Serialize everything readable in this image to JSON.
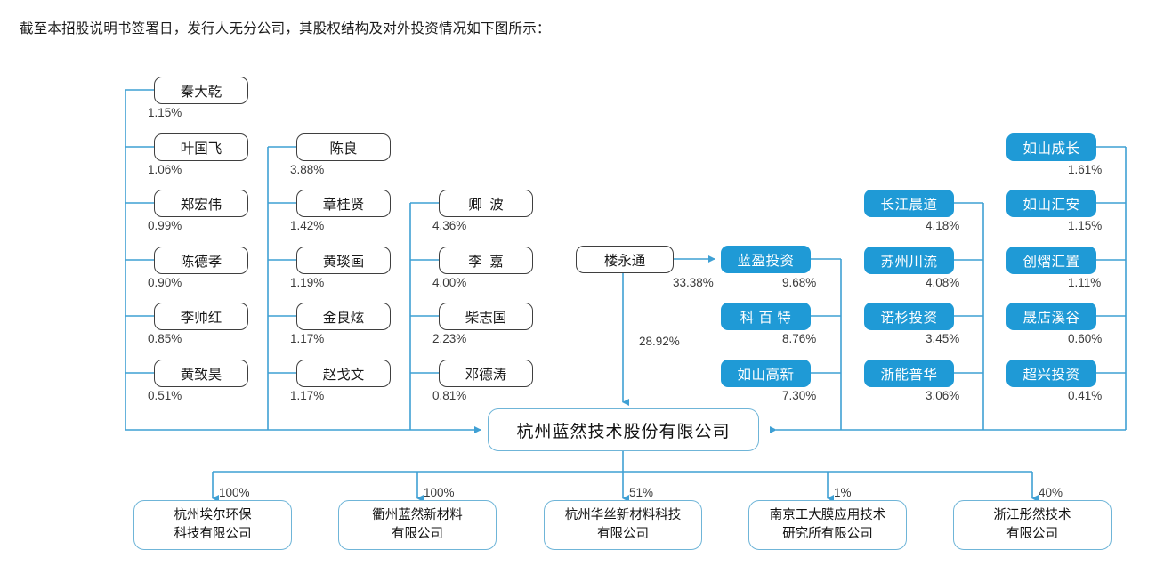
{
  "intro": "截至本招股说明书签署日，发行人无分公司，其股权结构及对外投资情况如下图所示：",
  "colors": {
    "blue_fill": "#1f9ad6",
    "wire": "#3fa0d4",
    "person_border": "#3f3f3f",
    "company_border": "#6fb5d8"
  },
  "issuer": {
    "name": "杭州蓝然技术股份有限公司"
  },
  "columns": {
    "col1": {
      "nodes": [
        {
          "name": "秦大乾",
          "pct": "1.15%"
        },
        {
          "name": "叶国飞",
          "pct": "1.06%"
        },
        {
          "name": "郑宏伟",
          "pct": "0.99%"
        },
        {
          "name": "陈德孝",
          "pct": "0.90%"
        },
        {
          "name": "李帅红",
          "pct": "0.85%"
        },
        {
          "name": "黄致昊",
          "pct": "0.51%"
        }
      ]
    },
    "col2": {
      "nodes": [
        {
          "name": "陈良",
          "pct": "3.88%"
        },
        {
          "name": "章桂贤",
          "pct": "1.42%"
        },
        {
          "name": "黄琰画",
          "pct": "1.19%"
        },
        {
          "name": "金良炫",
          "pct": "1.17%"
        },
        {
          "name": "赵戈文",
          "pct": "1.17%"
        }
      ]
    },
    "col3": {
      "nodes": [
        {
          "name": "卿  波",
          "pct": "4.36%"
        },
        {
          "name": "李  嘉",
          "pct": "4.00%"
        },
        {
          "name": "柴志国",
          "pct": "2.23%"
        },
        {
          "name": "邓德涛",
          "pct": "0.81%"
        }
      ]
    },
    "col4": {
      "nodes": [
        {
          "name": "楼永通",
          "pct": "28.92%"
        }
      ]
    },
    "col5": {
      "nodes": [
        {
          "name": "蓝盈投资",
          "pct": "9.68%"
        },
        {
          "name": "科 百 特",
          "pct": "8.76%"
        },
        {
          "name": "如山高新",
          "pct": "7.30%"
        }
      ]
    },
    "col6": {
      "nodes": [
        {
          "name": "长江晨道",
          "pct": "4.18%"
        },
        {
          "name": "苏州川流",
          "pct": "4.08%"
        },
        {
          "name": "诺杉投资",
          "pct": "3.45%"
        },
        {
          "name": "浙能普华",
          "pct": "3.06%"
        }
      ]
    },
    "col7": {
      "nodes": [
        {
          "name": "如山成长",
          "pct": "1.61%"
        },
        {
          "name": "如山汇安",
          "pct": "1.15%"
        },
        {
          "name": "创熠汇置",
          "pct": "1.11%"
        },
        {
          "name": "晟店溪谷",
          "pct": "0.60%"
        },
        {
          "name": "超兴投资",
          "pct": "0.41%"
        }
      ]
    }
  },
  "lou_to_lanying_pct": "33.38%",
  "subsidiaries": [
    {
      "pct": "100%",
      "line1": "杭州埃尔环保",
      "line2": "科技有限公司"
    },
    {
      "pct": "100%",
      "line1": "衢州蓝然新材料",
      "line2": "有限公司"
    },
    {
      "pct": "51%",
      "line1": "杭州华丝新材料科技",
      "line2": "有限公司"
    },
    {
      "pct": "1%",
      "line1": "南京工大膜应用技术",
      "line2": "研究所有限公司"
    },
    {
      "pct": "40%",
      "line1": "浙江彤然技术",
      "line2": "有限公司"
    }
  ]
}
